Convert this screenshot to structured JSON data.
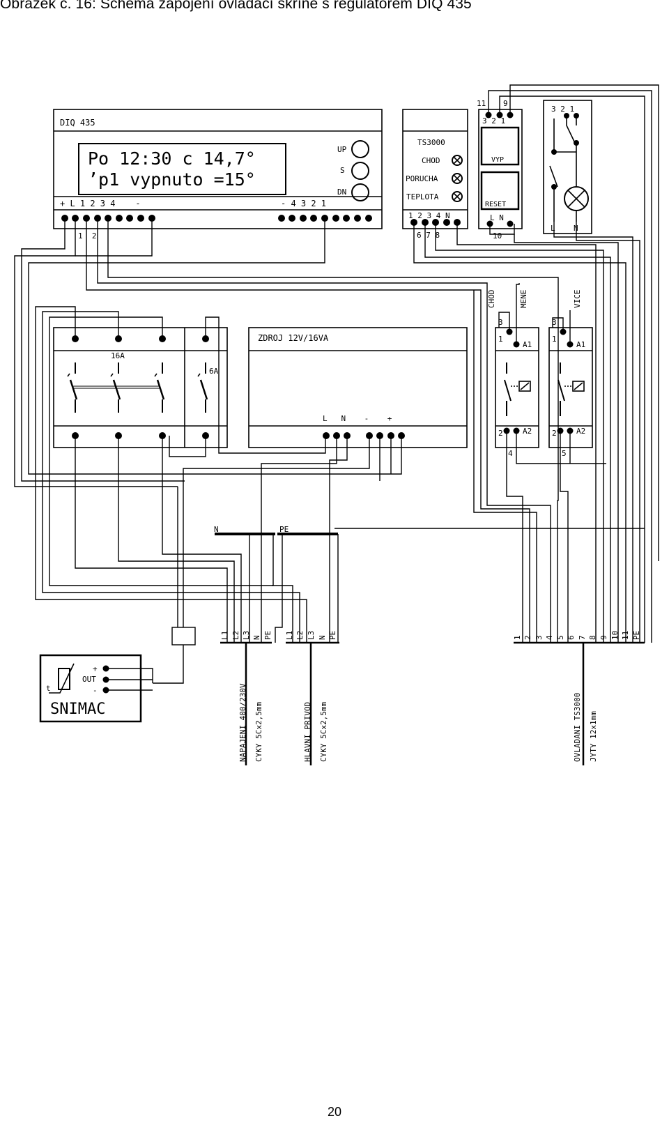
{
  "caption": "Obrázek č. 16:   Schéma zapojení ovládací skříně s regulátorem DIQ 435",
  "page_number": "20",
  "diq": {
    "title": "DIQ 435",
    "display_line1": "Po 12:30 c 14,7°",
    "display_line2": "’p1 vypnuto =15°",
    "btn_up": "UP",
    "btn_s": "S",
    "btn_dn": "DN",
    "left_terminals": "+ L 1 2 3 4    -",
    "right_terminals": "- 4 3 2 1",
    "below_labels": "1  2"
  },
  "ts3000": {
    "title": "TS3000",
    "lamp1": "CHOD",
    "lamp2": "PORUCHA",
    "lamp3": "TEPLOTA",
    "terminals": "1 2 3 4 N",
    "below": "6 7 8"
  },
  "switchbox": {
    "top_left": "11",
    "top_right": "9",
    "pins": "3 2 1",
    "btn_vyp": "VYP",
    "btn_reset": "RESET",
    "bottom": "L N",
    "below": "10"
  },
  "lampbox": {
    "pins": "3 2 1",
    "left": "L",
    "right": "N"
  },
  "breakers": {
    "main": "16A",
    "aux": "6A"
  },
  "psu": {
    "title": "ZDROJ 12V/16VA",
    "terminals": "L   N    -    +"
  },
  "wires_vertical": {
    "chod": "CHOD",
    "mene": "MENE",
    "vice": "VICE"
  },
  "relay1": {
    "t3": "3",
    "t1": "1",
    "a1": "A1",
    "t2": "2",
    "a2": "A2",
    "below": "4"
  },
  "relay2": {
    "t3": "3",
    "t1": "1",
    "a1": "A1",
    "t2": "2",
    "a2": "A2",
    "below": "5"
  },
  "bars": {
    "n": "N",
    "pe": "PE"
  },
  "terminal_group1": [
    "L1",
    "L2",
    "L3",
    "N",
    "PE"
  ],
  "terminal_group2": [
    "L1",
    "L2",
    "L3",
    "N",
    "PE"
  ],
  "terminal_group3": [
    "1",
    "2",
    "3",
    "4",
    "5",
    "6",
    "7",
    "8",
    "9",
    "10",
    "11",
    "PE"
  ],
  "cable1": {
    "line1": "NAPAJENI 400/230V",
    "line2": "CYKY 5Cx2,5mm"
  },
  "cable2": {
    "line1": "HLAVNI PRIVOD",
    "line2": "CYKY 5Cx2,5mm"
  },
  "cable3": {
    "line1": "OVLADANI TS3000",
    "line2": "JYTY 12x1mm"
  },
  "sensor": {
    "label": "SNIMAC",
    "plus": "+",
    "out": "OUT",
    "minus": "-",
    "symbol": "t"
  }
}
